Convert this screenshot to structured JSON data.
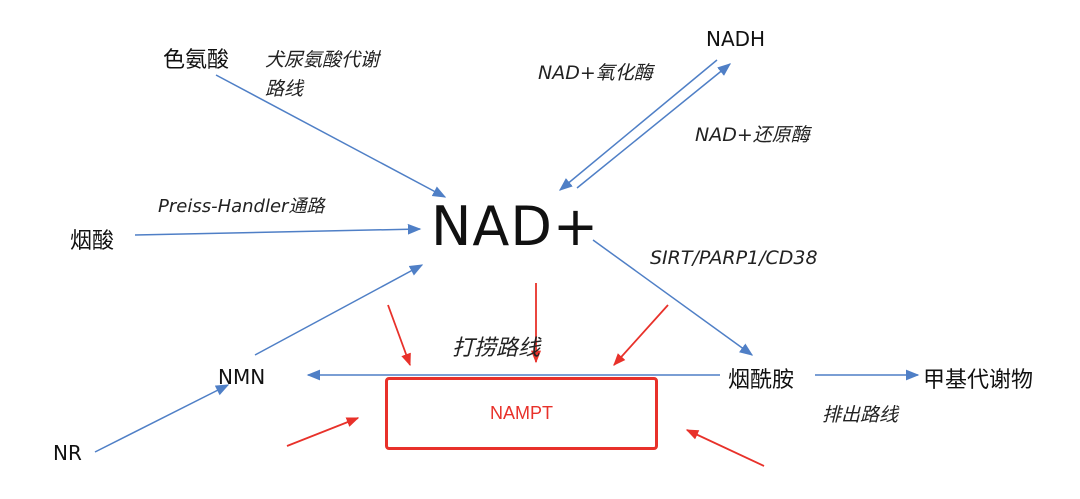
{
  "nodes": {
    "tryptophan": "色氨酸",
    "nadh": "NADH",
    "niacin": "烟酸",
    "nad": "NAD+",
    "nmn": "NMN",
    "nr": "NR",
    "nicotinamide": "烟酰胺",
    "methyl_metabolites": "甲基代谢物",
    "nampt": "NAMPT"
  },
  "edges": {
    "kynurenine_pathway_line1": "犬尿氨酸代谢",
    "kynurenine_pathway_line2": "路线",
    "nad_oxidase": "NAD+氧化酶",
    "nad_reductase": "NAD+还原酶",
    "preiss_handler": "Preiss-Handler通路",
    "sirt_parp_cd38": "SIRT/PARP1/CD38",
    "salvage_pathway": "打捞路线",
    "excretion_pathway": "排出路线"
  },
  "colors": {
    "arrow": "#4f7fc6",
    "highlight": "#e8312a",
    "text": "#111111"
  }
}
